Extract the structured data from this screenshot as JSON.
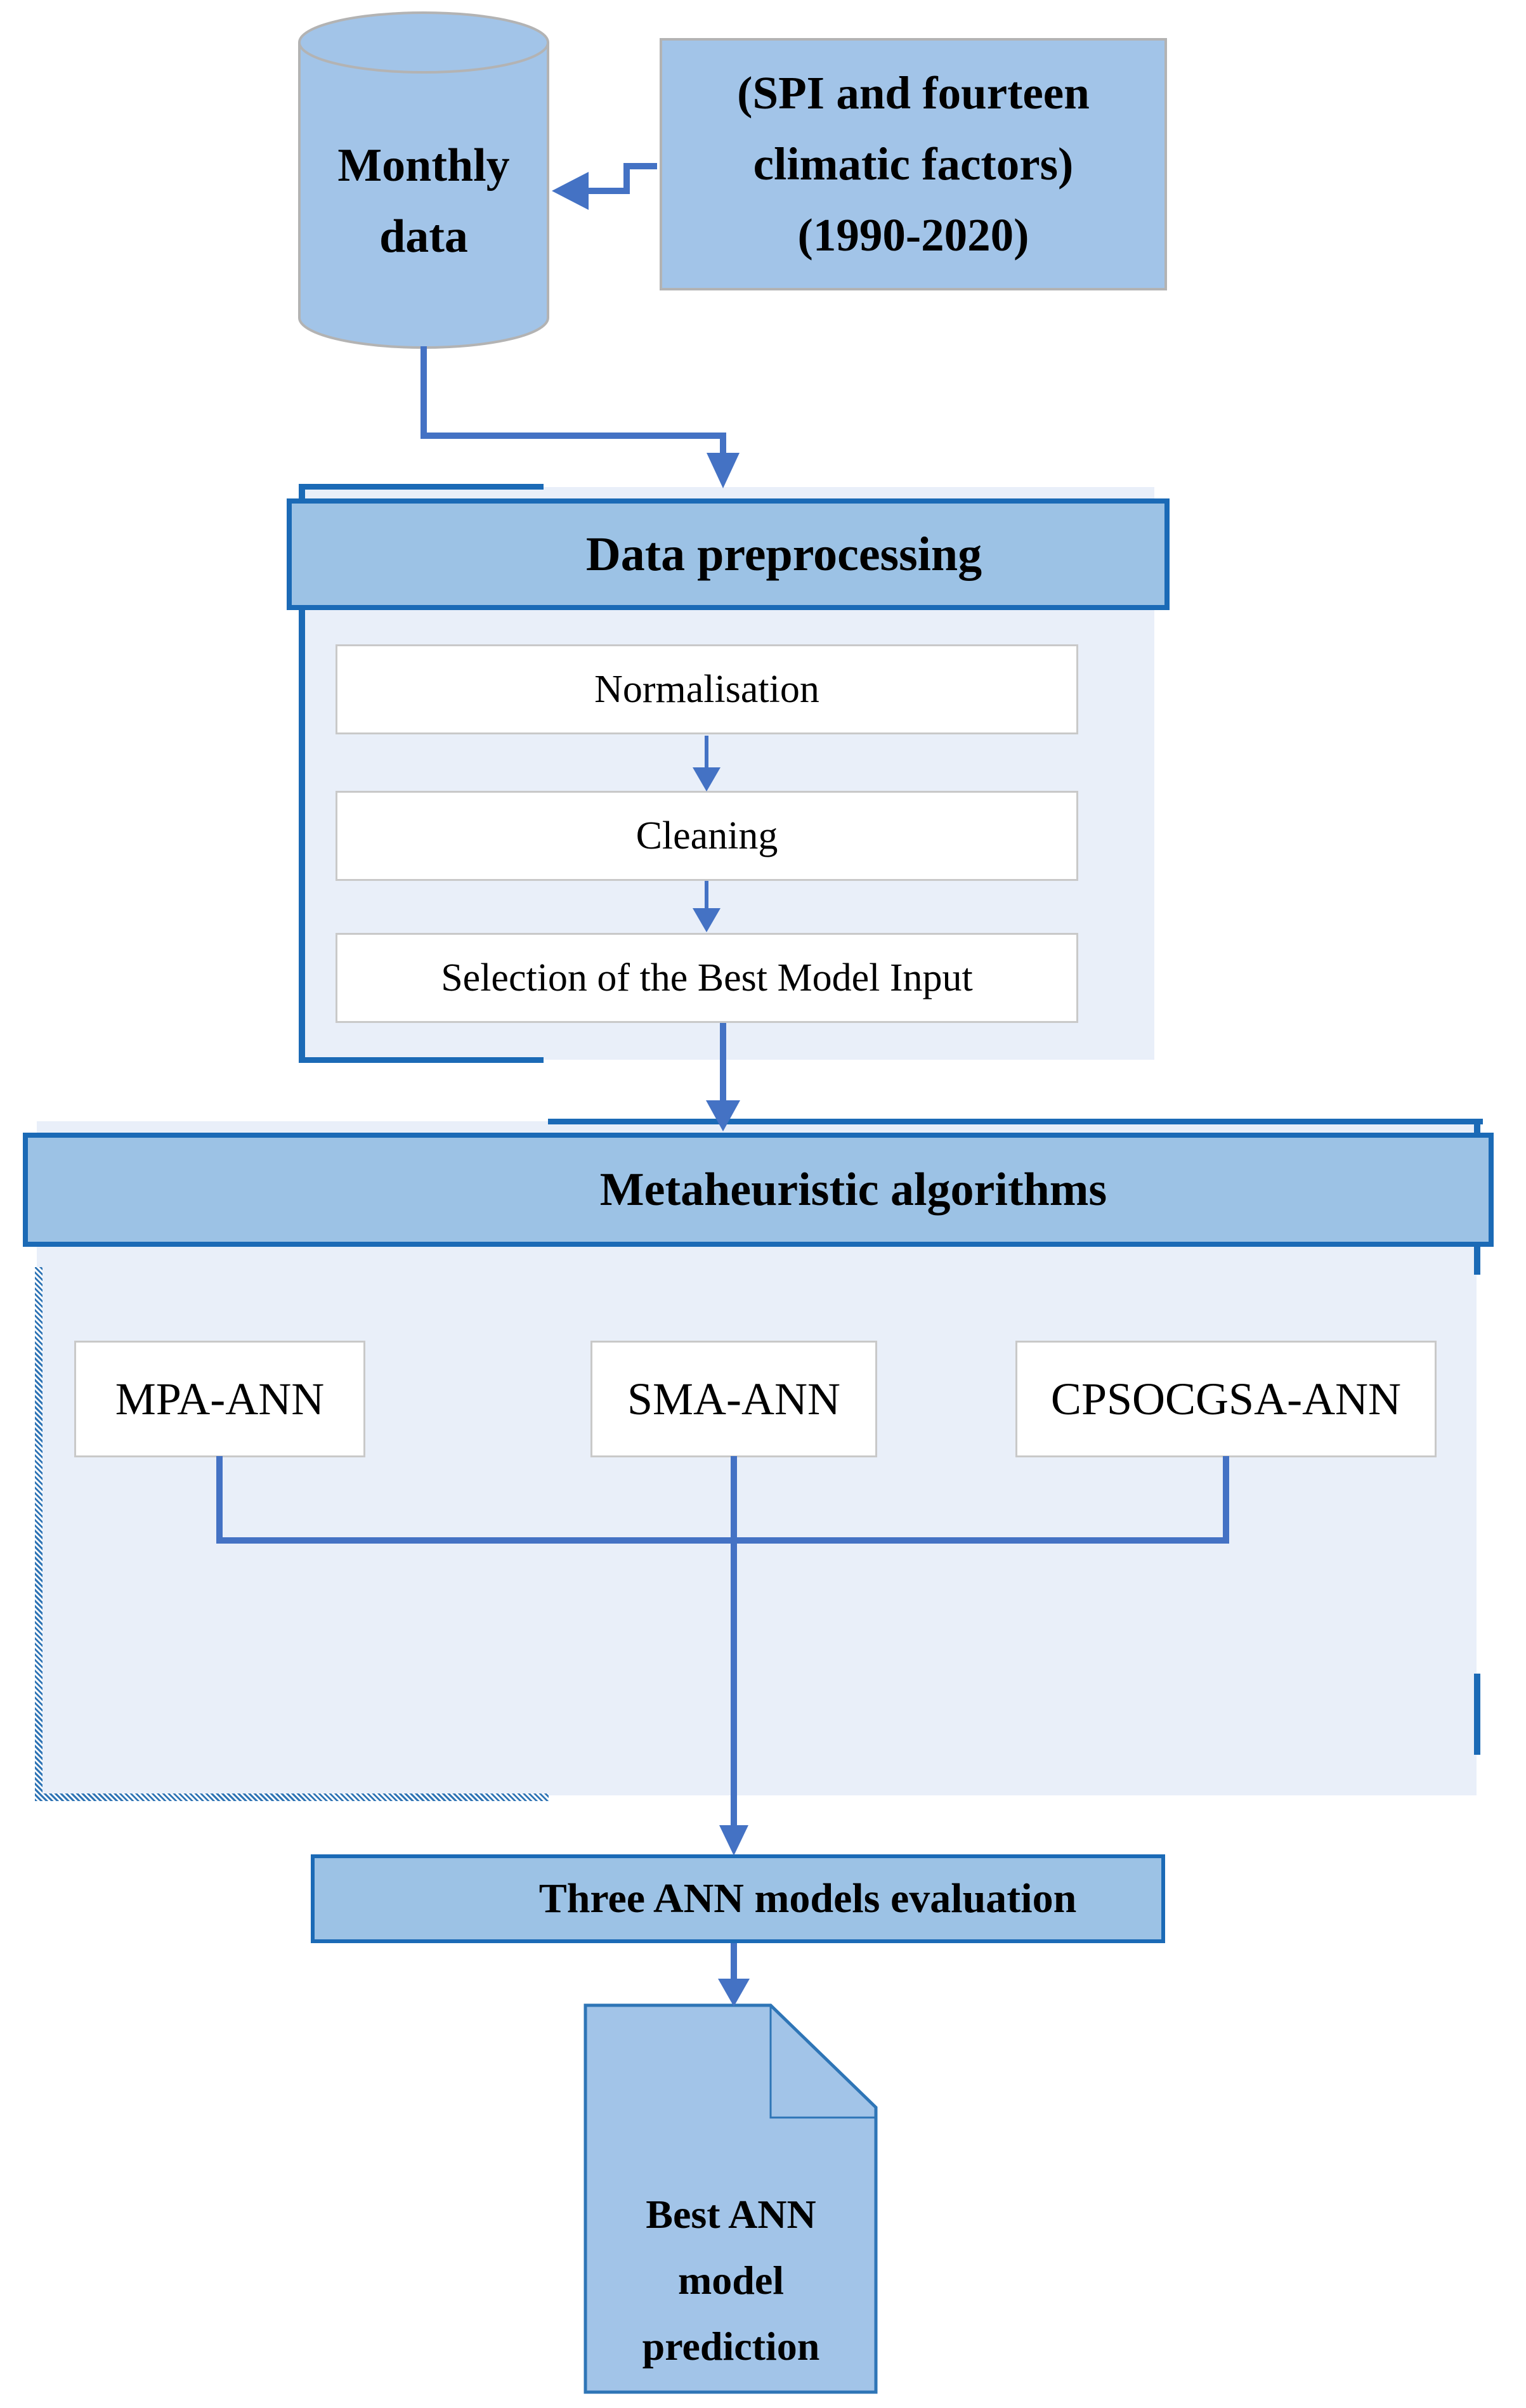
{
  "palette": {
    "shape-fill": "#9cc2e5",
    "panel-fill": "#e9eff9",
    "cylinder-fill": "#a2c4e8",
    "strong-blue": "#1b6ab6",
    "doc-border": "#2e75b6",
    "connector-blue": "#4472c4",
    "gray-border": "#b3b3b3",
    "light-gray-border": "#c9c9c9",
    "checker-blue": "#2f74b5",
    "text-color": "#000000"
  },
  "source_db": {
    "line1": "Monthly",
    "line2": "data"
  },
  "input_box": {
    "line1": "(SPI and fourteen",
    "line2": "climatic factors)",
    "line3": "(1990-2020)"
  },
  "preprocessing": {
    "title": "Data preprocessing",
    "steps": [
      "Normalisation",
      "Cleaning",
      "Selection of the Best Model Input"
    ]
  },
  "metaheuristic": {
    "title": "Metaheuristic algorithms",
    "models": [
      "MPA-ANN",
      "SMA-ANN",
      "CPSOCGSA-ANN"
    ]
  },
  "evaluation": {
    "label": "Three ANN models evaluation"
  },
  "output_doc": {
    "line1": "Best ANN",
    "line2": "model",
    "line3": "prediction"
  }
}
